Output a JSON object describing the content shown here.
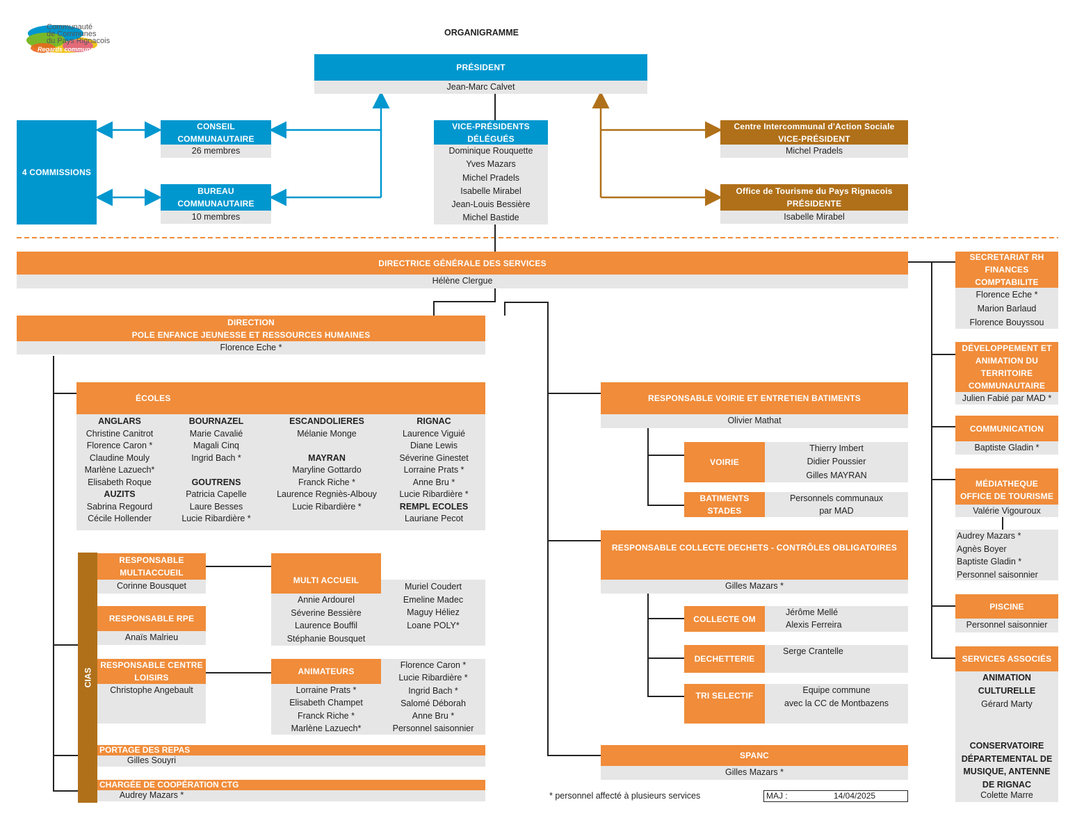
{
  "title": "ORGANIGRAMME",
  "logo": {
    "line1": "Communauté",
    "line2": "de Communes",
    "line3": "du Pays Rignacois",
    "tagline": "Regards communs"
  },
  "colors": {
    "blue": "#0097cf",
    "orange": "#f08c3a",
    "brown": "#b07019",
    "grey": "#e6e6e6"
  },
  "president": {
    "title": "PRÉSIDENT",
    "name": "Jean-Marc Calvet"
  },
  "vice_presidents": {
    "title": "VICE-PRÉSIDENTS\nDÉLÉGUÉS",
    "names": "Dominique Rouquette\nYves Mazars\nMichel Pradels\nIsabelle Mirabel\nJean-Louis Bessière\nMichel Bastide"
  },
  "commissions": {
    "title": "4 COMMISSIONS"
  },
  "conseil": {
    "title": "CONSEIL\nCOMMUNAUTAIRE",
    "members": "26 membres"
  },
  "bureau": {
    "title": "BUREAU\nCOMMUNAUTAIRE",
    "members": "10 membres"
  },
  "cias_top": {
    "title": "Centre Intercommunal d'Action Sociale\nVICE-PRÉSIDENT",
    "name": "Michel Pradels"
  },
  "tourisme": {
    "title": "Office de Tourisme du Pays Rignacois\nPRÉSIDENTE",
    "name": "Isabelle Mirabel"
  },
  "dgs": {
    "title": "DIRECTRICE GÉNÉRALE DES SERVICES",
    "name": "Hélène Clergue"
  },
  "direction_pole": {
    "title": "DIRECTION\nPOLE ENFANCE JEUNESSE ET RESSOURCES HUMAINES",
    "name": "Florence Eche *"
  },
  "ecoles": {
    "title": "ÉCOLES",
    "c1": {
      "h1": "ANGLARS",
      "n1": "Christine Canitrot\nFlorence Caron *\nClaudine Mouly\nMarlène Lazuech*\nElisabeth Roque",
      "h2": "AUZITS",
      "n2": "Sabrina Regourd\nCécile Hollender"
    },
    "c2": {
      "h1": "BOURNAZEL",
      "n1": "Marie Cavalié\nMagali Cinq\nIngrid Bach *",
      "h2": "GOUTRENS",
      "n2": "Patricia Capelle\nLaure Besses\nLucie Ribardière *"
    },
    "c3": {
      "h1": "ESCANDOLIERES",
      "n1": "Mélanie Monge",
      "h2": "MAYRAN",
      "n2": "Maryline Gottardo\nFranck Riche *\nLaurence Regniès-Albouy\nLucie Ribardière *"
    },
    "c4": {
      "h1": "RIGNAC",
      "n1": "Laurence Viguié\nDiane Lewis\nSéverine Ginestet\nLorraine Prats *\nAnne Bru *\nLucie Ribardière *",
      "h2": "REMPL ECOLES",
      "n2": "Lauriane Pecot"
    }
  },
  "cias": {
    "label": "CIAS"
  },
  "resp_multiaccueil": {
    "title": "RESPONSABLE\nMULTIACCUEIL",
    "name": "Corinne Bousquet"
  },
  "resp_rpe": {
    "title": "RESPONSABLE RPE",
    "name": "Anaïs Malrieu"
  },
  "resp_loisirs": {
    "title": "RESPONSABLE CENTRE\nLOISIRS",
    "name": "Christophe Angebault"
  },
  "multi_accueil": {
    "title": "MULTI ACCUEIL",
    "left": "Annie Ardourel\nSéverine Bessière\nLaurence Bouffil\nStéphanie Bousquet",
    "right": "Muriel Coudert\nEmeline Madec\nMaguy Héliez\nLoane POLY*"
  },
  "animateurs": {
    "title": "ANIMATEURS",
    "left": "Lorraine Prats *\nElisabeth Champet\nFranck Riche *\nMarlène Lazuech*",
    "right": "Florence Caron *\nLucie Ribardière *\nIngrid Bach *\nSalomé Déborah\nAnne Bru *\nPersonnel saisonnier"
  },
  "portage": {
    "title": "PORTAGE DES REPAS",
    "name": "Gilles Souyri"
  },
  "cooperation": {
    "title": "CHARGÉE DE COOPÉRATION CTG",
    "name": "Audrey Mazars *"
  },
  "voirie_resp": {
    "title": "RESPONSABLE VOIRIE ET ENTRETIEN BATIMENTS",
    "name": "Olivier Mathat"
  },
  "voirie": {
    "title": "VOIRIE",
    "names": "Thierry Imbert\nDidier Poussier\nGilles MAYRAN"
  },
  "batiments": {
    "title": "BATIMENTS\nSTADES",
    "names": "Personnels communaux\npar MAD"
  },
  "collecte_resp": {
    "title": "RESPONSABLE COLLECTE DECHETS - CONTRÔLES OBLIGATOIRES",
    "name": "Gilles Mazars *"
  },
  "collecte_om": {
    "title": "COLLECTE OM",
    "names": "Jérôme Mellé\nAlexis Ferreira"
  },
  "dechetterie": {
    "title": "DECHETTERIE",
    "names": "Serge Crantelle"
  },
  "tri": {
    "title": "TRI SELECTIF",
    "names": "Equipe commune\navec la CC de Montbazens"
  },
  "spanc": {
    "title": "SPANC",
    "name": "Gilles Mazars *"
  },
  "footnote": "* personnel affecté à plusieurs services",
  "maj": {
    "label": "MAJ :",
    "date": "14/04/2025"
  },
  "secretariat": {
    "title": "SECRETARIAT RH\nFINANCES\nCOMPTABILITE",
    "names": "Florence Eche *\nMarion Barlaud\nFlorence Bouyssou"
  },
  "developpement": {
    "title": "DÉVELOPPEMENT ET\nANIMATION DU\nTERRITOIRE\nCOMMUNAUTAIRE",
    "name": "Julien Fabié par MAD *"
  },
  "communication": {
    "title": "COMMUNICATION",
    "name": "Baptiste Gladin *"
  },
  "mediatheque": {
    "title": "MÉDIATHEQUE\nOFFICE DE TOURISME",
    "name": "Valérie Vigouroux",
    "staff": "Audrey Mazars *\nAgnès Boyer\nBaptiste Gladin *\nPersonnel saisonnier"
  },
  "piscine": {
    "title": "PISCINE",
    "name": "Personnel saisonnier"
  },
  "services": {
    "title": "SERVICES ASSOCIÉS",
    "anim_title": "ANIMATION\nCULTURELLE",
    "anim_name": "Gérard Marty",
    "conserv_title": "CONSERVATOIRE\nDÉPARTEMENTAL DE\nMUSIQUE, ANTENNE\nDE RIGNAC",
    "conserv_name": "Colette Marre"
  }
}
